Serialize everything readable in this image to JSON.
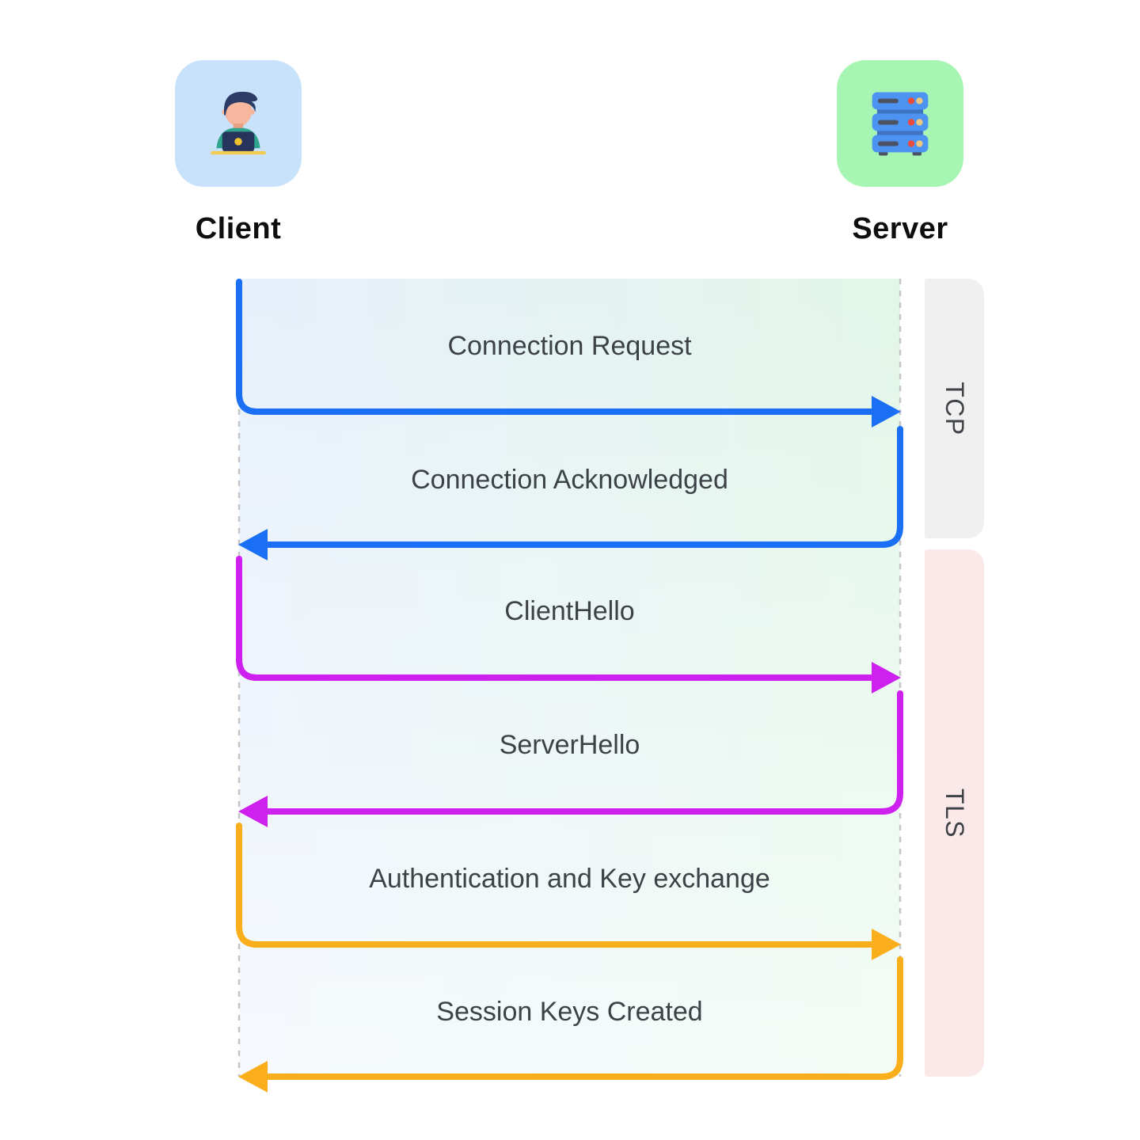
{
  "actors": {
    "client": {
      "label": "Client",
      "icon": "person-at-laptop-icon"
    },
    "server": {
      "label": "Server",
      "icon": "server-rack-icon"
    }
  },
  "messages": [
    {
      "label": "Connection Request",
      "from": "client",
      "to": "server",
      "color_key": "arrow_blue"
    },
    {
      "label": "Connection Acknowledged",
      "from": "server",
      "to": "client",
      "color_key": "arrow_blue"
    },
    {
      "label": "ClientHello",
      "from": "client",
      "to": "server",
      "color_key": "arrow_magenta"
    },
    {
      "label": "ServerHello",
      "from": "server",
      "to": "client",
      "color_key": "arrow_magenta"
    },
    {
      "label": "Authentication and Key exchange",
      "from": "client",
      "to": "server",
      "color_key": "arrow_orange"
    },
    {
      "label": "Session Keys Created",
      "from": "server",
      "to": "client",
      "color_key": "arrow_orange"
    }
  ],
  "phases": [
    {
      "label": "TCP",
      "color_key": "tcp_band_bg"
    },
    {
      "label": "TLS",
      "color_key": "tls_band_bg"
    }
  ],
  "colors": {
    "arrow_blue": "#1A6FF5",
    "arrow_magenta": "#CE21EF",
    "arrow_orange": "#FAAE1B",
    "tcp_band_bg": "#F0F0F1",
    "tls_band_bg": "#FBE8E9",
    "client_card_bg": "#C9E2FB",
    "server_card_bg": "#A6F5B2",
    "lifeline": "#C5C5C5",
    "message_text": "#3D4247",
    "phase_text": "#3F4347",
    "flow_gradient_left": "#E7F0FB",
    "flow_gradient_right": "#E2F6E9"
  }
}
